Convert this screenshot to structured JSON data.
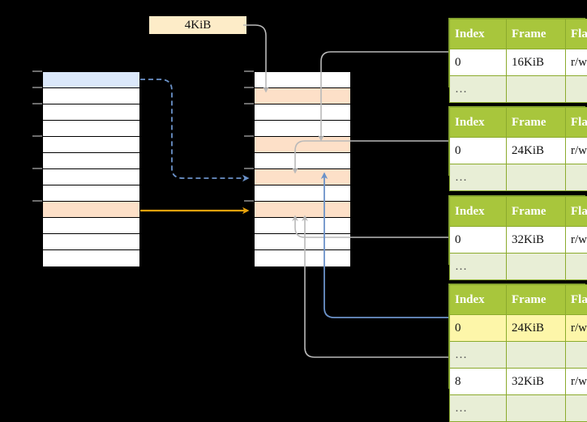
{
  "diagram": {
    "title": "",
    "size_label": "4KiB",
    "colors": {
      "header_green": "#a8c63c",
      "alt_row": "#e8eed6",
      "highlight_yellow": "#fdf6a9",
      "peach": "#fde0c8",
      "blue_row": "#dbe8fa",
      "orange_arrow": "#e8a20c",
      "blue_arrow": "#6b92c9",
      "gray_connector": "#9a9a9a",
      "label_bg": "#fdecc8"
    }
  },
  "virtual_memory": {
    "name": "virtual-address-space",
    "row_count": 12,
    "rows": [
      {
        "index": 0,
        "fill": "blue"
      },
      {
        "index": 1,
        "fill": "white"
      },
      {
        "index": 2,
        "fill": "white"
      },
      {
        "index": 3,
        "fill": "white"
      },
      {
        "index": 4,
        "fill": "white"
      },
      {
        "index": 5,
        "fill": "white"
      },
      {
        "index": 6,
        "fill": "white"
      },
      {
        "index": 7,
        "fill": "white"
      },
      {
        "index": 8,
        "fill": "peach"
      },
      {
        "index": 9,
        "fill": "white"
      },
      {
        "index": 10,
        "fill": "white"
      },
      {
        "index": 11,
        "fill": "white"
      }
    ]
  },
  "physical_memory": {
    "name": "physical-memory",
    "row_count": 12,
    "rows": [
      {
        "index": 0,
        "fill": "white"
      },
      {
        "index": 1,
        "fill": "peach"
      },
      {
        "index": 2,
        "fill": "white"
      },
      {
        "index": 3,
        "fill": "white"
      },
      {
        "index": 4,
        "fill": "peach"
      },
      {
        "index": 5,
        "fill": "white"
      },
      {
        "index": 6,
        "fill": "peach"
      },
      {
        "index": 7,
        "fill": "white"
      },
      {
        "index": 8,
        "fill": "peach"
      },
      {
        "index": 9,
        "fill": "white"
      },
      {
        "index": 10,
        "fill": "white"
      },
      {
        "index": 11,
        "fill": "white"
      }
    ]
  },
  "page_tables": [
    {
      "id": "page-table-1",
      "headers": [
        "Index",
        "Frame",
        "Flags"
      ],
      "rows": [
        {
          "cells": [
            "0",
            "16KiB",
            "r/w"
          ],
          "style": "normal",
          "highlight": [
            false,
            false,
            false
          ]
        },
        {
          "cells": [
            "…",
            "",
            ""
          ],
          "style": "alt",
          "highlight": [
            false,
            false,
            false
          ]
        }
      ]
    },
    {
      "id": "page-table-2",
      "headers": [
        "Index",
        "Frame",
        "Flags"
      ],
      "rows": [
        {
          "cells": [
            "0",
            "24KiB",
            "r/w"
          ],
          "style": "normal",
          "highlight": [
            false,
            false,
            false
          ]
        },
        {
          "cells": [
            "…",
            "",
            ""
          ],
          "style": "alt",
          "highlight": [
            false,
            false,
            false
          ]
        }
      ]
    },
    {
      "id": "page-table-3",
      "headers": [
        "Index",
        "Frame",
        "Flags"
      ],
      "rows": [
        {
          "cells": [
            "0",
            "32KiB",
            "r/w"
          ],
          "style": "normal",
          "highlight": [
            false,
            false,
            false
          ]
        },
        {
          "cells": [
            "…",
            "",
            ""
          ],
          "style": "alt",
          "highlight": [
            false,
            false,
            false
          ]
        }
      ]
    },
    {
      "id": "page-table-4",
      "headers": [
        "Index",
        "Frame",
        "Flags"
      ],
      "rows": [
        {
          "cells": [
            "0",
            "24KiB",
            "r/w"
          ],
          "style": "normal",
          "highlight": [
            true,
            true,
            true
          ]
        },
        {
          "cells": [
            "…",
            "",
            ""
          ],
          "style": "alt",
          "highlight": [
            false,
            false,
            false
          ]
        },
        {
          "cells": [
            "8",
            "32KiB",
            "r/w"
          ],
          "style": "normal",
          "highlight": [
            false,
            false,
            false
          ]
        },
        {
          "cells": [
            "…",
            "",
            ""
          ],
          "style": "alt",
          "highlight": [
            false,
            false,
            false
          ]
        }
      ]
    }
  ]
}
